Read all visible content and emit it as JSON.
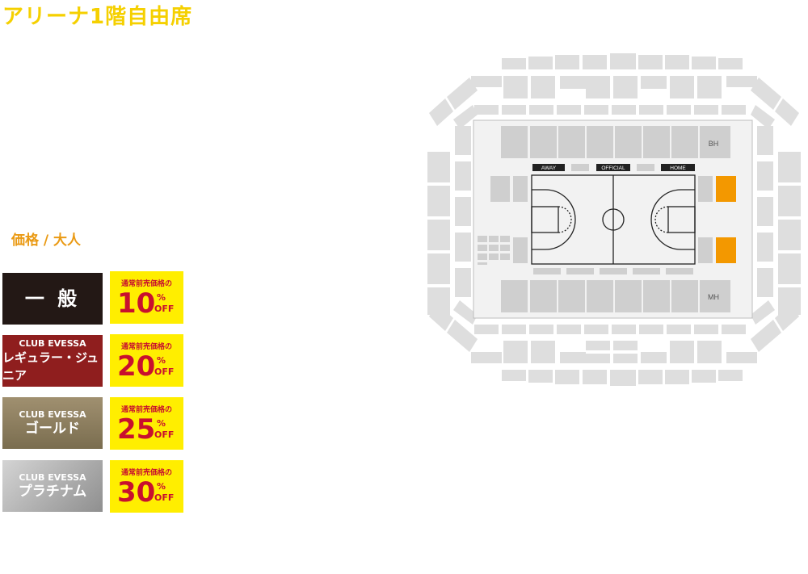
{
  "title": "アリーナ1階自由席",
  "price_label": "価格 / 大人",
  "tiers": [
    {
      "club": "",
      "name": "一 般",
      "discount_caption": "通常前売価格の",
      "discount": "10",
      "pct": "%",
      "off": "OFF",
      "bg": "#231815"
    },
    {
      "club": "CLUB EVESSA",
      "name": "レギュラー・ジュニア",
      "discount_caption": "通常前売価格の",
      "discount": "20",
      "pct": "%",
      "off": "OFF",
      "bg": "#8f1e1e"
    },
    {
      "club": "CLUB EVESSA",
      "name": "ゴールド",
      "discount_caption": "通常前売価格の",
      "discount": "25",
      "pct": "%",
      "off": "OFF",
      "bg": "#8d7f5e"
    },
    {
      "club": "CLUB EVESSA",
      "name": "プラチナム",
      "discount_caption": "通常前売価格の",
      "discount": "30",
      "pct": "%",
      "off": "OFF",
      "bg": "#a8a8a8"
    }
  ],
  "map": {
    "away_label": "AWAY",
    "official_label": "OFFICIAL",
    "home_label": "HOME",
    "bh_label": "BH",
    "mh_label": "MH",
    "seat_color": "#dedede",
    "block_color": "#cfcfcf",
    "highlight_color": "#f39800"
  }
}
